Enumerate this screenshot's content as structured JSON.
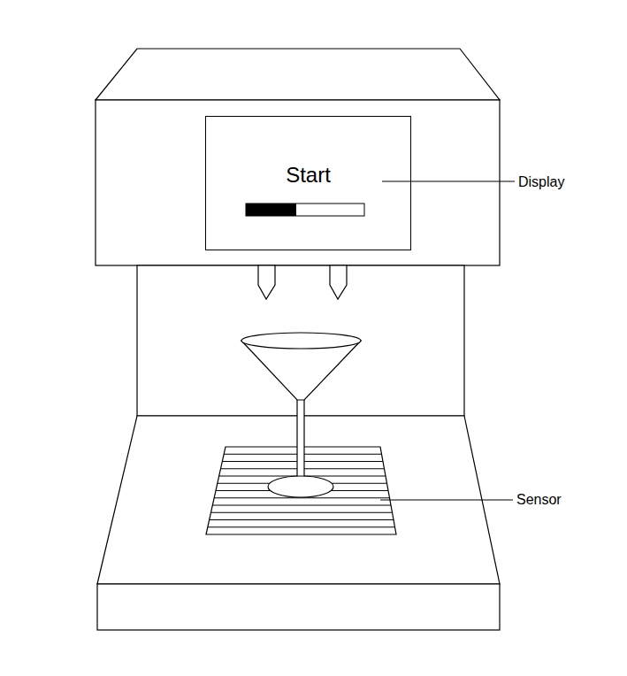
{
  "diagram": {
    "nodes": [
      {
        "text": [
          "Start"
        ]
      }
    ],
    "labels": [
      "Display",
      "Sensor"
    ]
  }
}
